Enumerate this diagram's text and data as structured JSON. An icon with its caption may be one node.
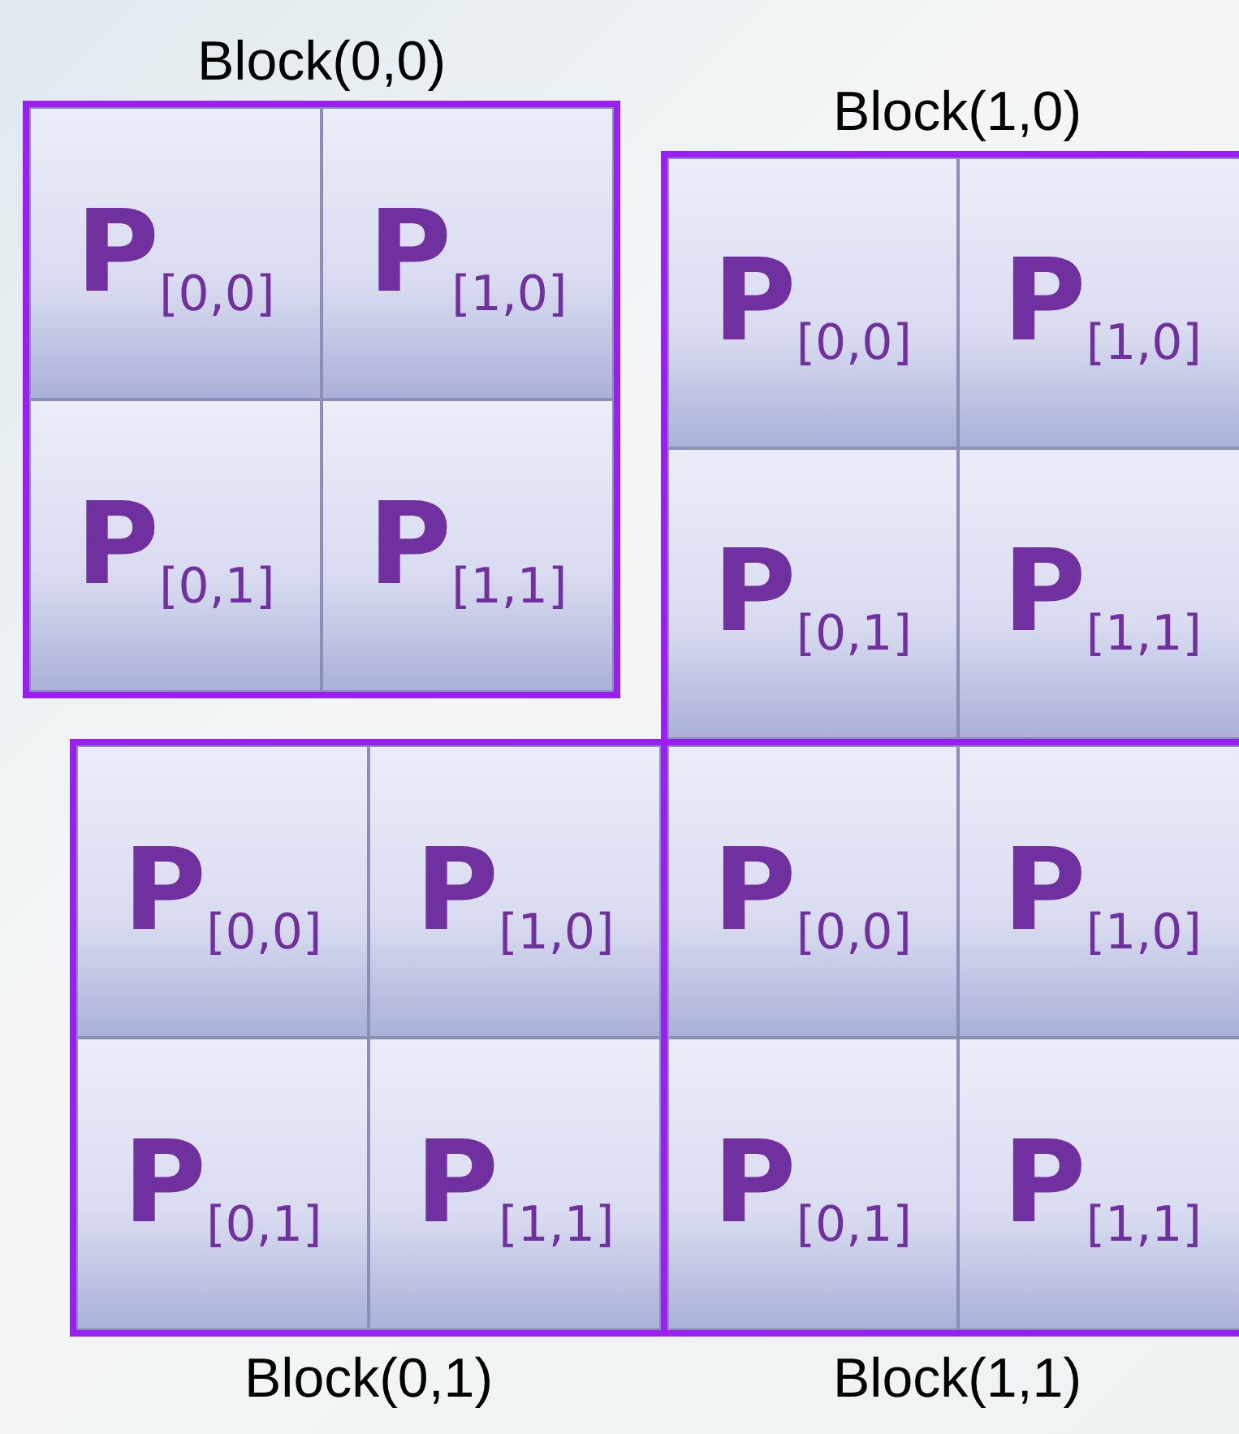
{
  "diagram": {
    "nodes": [
      {
        "text": [
          "Block(0,0)"
        ]
      },
      {
        "text": [
          "**P**$_{[0,0]}$"
        ],
        "in": 0
      },
      {
        "text": [
          "**P**$_{[1,0]}$"
        ],
        "in": 0
      },
      {
        "text": [
          "**P**$_{[0,1]}$"
        ],
        "in": 0
      },
      {
        "text": [
          "**P**$_{[1,1]}$"
        ],
        "in": 0
      },
      {
        "text": [
          "Block(1,0)"
        ]
      },
      {
        "text": [
          "**P**$_{[0,0]}$"
        ],
        "in": 5
      },
      {
        "text": [
          "**P**$_{[1,0]}$"
        ],
        "in": 5
      },
      {
        "text": [
          "**P**$_{[0,1]}$"
        ],
        "in": 5
      },
      {
        "text": [
          "**P**$_{[1,1]}$"
        ],
        "in": 5
      },
      {
        "text": [
          "Block(0,1)"
        ]
      },
      {
        "text": [
          "**P**$_{[0,0]}$"
        ],
        "in": 10
      },
      {
        "text": [
          "**P**$_{[1,0]}$"
        ],
        "in": 10
      },
      {
        "text": [
          "**P**$_{[0,1]}$"
        ],
        "in": 10
      },
      {
        "text": [
          "**P**$_{[1,1]}$"
        ],
        "in": 10
      },
      {
        "text": [
          "Block(1,1)"
        ]
      },
      {
        "text": [
          "**P**$_{[0,0]}$"
        ],
        "in": 15
      },
      {
        "text": [
          "**P**$_{[1,0]}$"
        ],
        "in": 15
      },
      {
        "text": [
          "**P**$_{[0,1]}$"
        ],
        "in": 15
      },
      {
        "text": [
          "**P**$_{[1,1]}$"
        ],
        "in": 15
      }
    ]
  }
}
